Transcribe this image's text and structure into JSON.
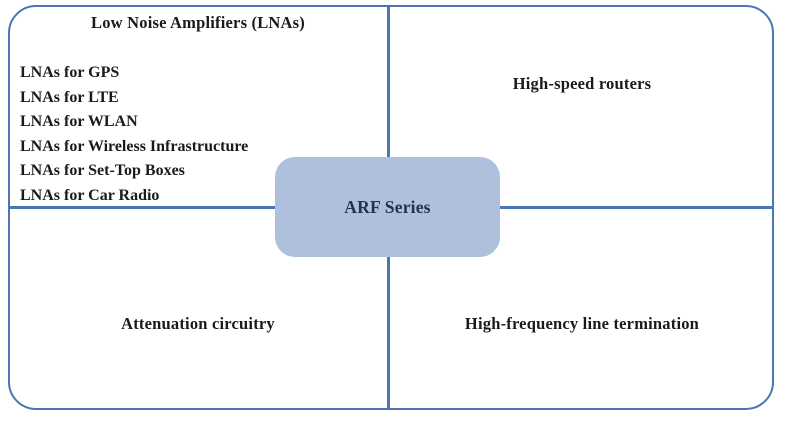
{
  "diagram": {
    "type": "quadrant-diagram",
    "center": {
      "label": "ARF Series"
    },
    "quadrants": {
      "top_left": {
        "title": "Low Noise Amplifiers (LNAs)",
        "items": [
          "LNAs for GPS",
          "LNAs for LTE",
          "LNAs for WLAN",
          "LNAs for Wireless Infrastructure",
          "LNAs for Set-Top Boxes",
          "LNAs for Car Radio"
        ]
      },
      "top_right": {
        "title": "High-speed routers"
      },
      "bottom_left": {
        "title": "Attenuation circuitry"
      },
      "bottom_right": {
        "title": "High-frequency line termination"
      }
    },
    "colors": {
      "line": "#4a77b4",
      "center_fill": "#aec0dc",
      "center_text": "#1f3352",
      "label_text": "#1a1a1a",
      "background": "#ffffff"
    }
  }
}
